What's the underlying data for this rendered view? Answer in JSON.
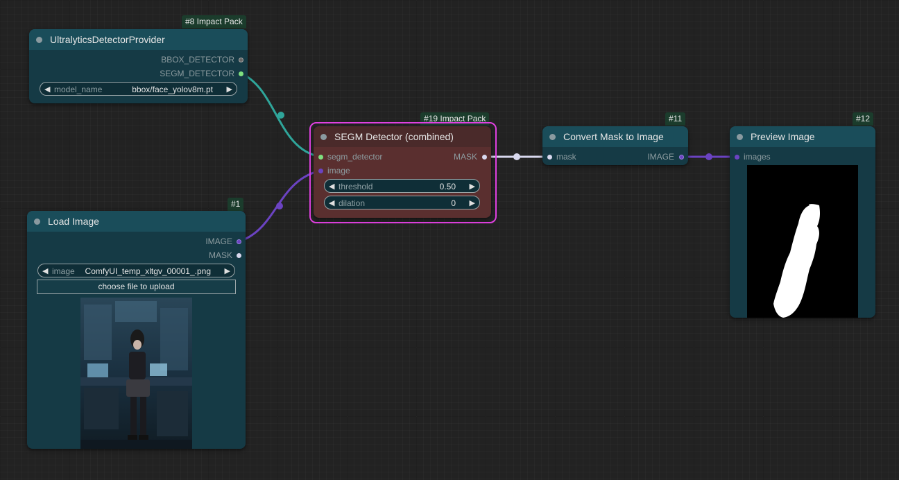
{
  "colors": {
    "canvas_bg": "#222222",
    "node_body": "#153a45",
    "node_title": "#1a4d5a",
    "segm_body": "#5a2f2f",
    "segm_title": "#4a2a2a",
    "selection_border": "#e040e0",
    "link_segm": "#2fa59a",
    "link_image": "#6b43c2",
    "link_mask": "#d8d8ee"
  },
  "nodes": {
    "detector_provider": {
      "badge": "#8 Impact Pack",
      "title": "UltralyticsDetectorProvider",
      "outputs": [
        "BBOX_DETECTOR",
        "SEGM_DETECTOR"
      ],
      "widget": {
        "label": "model_name",
        "value": "bbox/face_yolov8m.pt"
      }
    },
    "load_image": {
      "badge": "#1",
      "title": "Load Image",
      "outputs": [
        "IMAGE",
        "MASK"
      ],
      "widget": {
        "label": "image",
        "value": "ComfyUI_temp_xltgv_00001_.png"
      },
      "upload_label": "choose file to upload"
    },
    "segm_detector": {
      "badge": "#19 Impact Pack",
      "title": "SEGM Detector (combined)",
      "inputs": [
        "segm_detector",
        "image"
      ],
      "outputs": [
        "MASK"
      ],
      "threshold": {
        "label": "threshold",
        "value": "0.50"
      },
      "dilation": {
        "label": "dilation",
        "value": "0"
      }
    },
    "convert_mask": {
      "badge": "#11",
      "title": "Convert Mask to Image",
      "inputs": [
        "mask"
      ],
      "outputs": [
        "IMAGE"
      ]
    },
    "preview_image": {
      "badge": "#12",
      "title": "Preview Image",
      "inputs": [
        "images"
      ]
    }
  },
  "icons": {
    "left_arrow": "◀",
    "right_arrow": "▶"
  }
}
